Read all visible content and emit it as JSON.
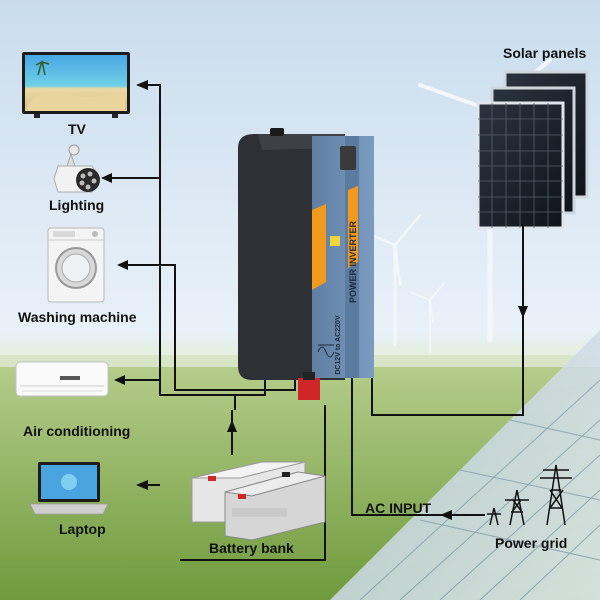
{
  "diagram": {
    "labels": {
      "tv": "TV",
      "lighting": "Lighting",
      "washing_machine": "Washing machine",
      "air_conditioning": "Air conditioning",
      "laptop": "Laptop",
      "solar_panels": "Solar panels",
      "battery_bank": "Battery bank",
      "ac_input": "AC INPUT",
      "power_grid": "Power grid"
    },
    "inverter": {
      "title": "POWER INVERTER",
      "spec": "DC12V to AC220V"
    },
    "colors": {
      "sky_top": "#cfe0ef",
      "ground": "#7fa84a",
      "inverter_body": "#2f3236",
      "inverter_face": "#6e8fb3",
      "accent": "#f39a1e",
      "wire": "#111111",
      "battery": "#d8d8d8",
      "terminal_red": "#d0262a"
    },
    "icons": [
      "tv-icon",
      "spotlight-icon",
      "washing-machine-icon",
      "air-conditioner-icon",
      "laptop-icon",
      "solar-panel-icon",
      "battery-icon",
      "power-pylon-icon",
      "wind-turbine-icon"
    ]
  }
}
